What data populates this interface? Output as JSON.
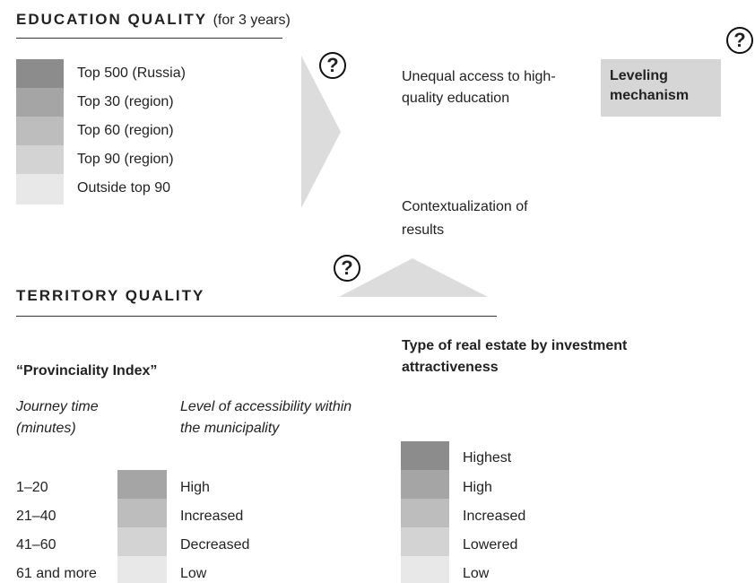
{
  "education": {
    "heading": "EDUCATION QUALITY",
    "heading_sub": "(for 3 years)",
    "legend": [
      {
        "label": "Top 500 (Russia)",
        "color": "#8c8c8c"
      },
      {
        "label": "Top 30 (region)",
        "color": "#a5a5a5"
      },
      {
        "label": "Top 60 (region)",
        "color": "#bdbdbd"
      },
      {
        "label": "Top 90 (region)",
        "color": "#d3d3d3"
      },
      {
        "label": "Outside top 90",
        "color": "#e8e8e8"
      }
    ]
  },
  "middle": {
    "unequal_access": "Unequal access to high-quality education",
    "contextualization": "Contextualization of results",
    "leveling": "Leveling mechanism",
    "question_mark": "?"
  },
  "territory": {
    "heading": "TERRITORY QUALITY",
    "provinciality_title": "“Provinciality Index”",
    "journey_header": "Journey time (minutes)",
    "access_header": "Level of accessibility within the municipality",
    "rows": [
      {
        "journey": "1–20",
        "access": "High",
        "color": "#a5a5a5"
      },
      {
        "journey": "21–40",
        "access": "Increased",
        "color": "#bdbdbd"
      },
      {
        "journey": "41–60",
        "access": "Decreased",
        "color": "#d3d3d3"
      },
      {
        "journey": "61 and more",
        "access": "Low",
        "color": "#e8e8e8"
      }
    ],
    "real_estate_title": "Type of real estate by investment attractiveness",
    "real_estate": [
      {
        "label": "Highest",
        "color": "#8c8c8c"
      },
      {
        "label": "High",
        "color": "#a5a5a5"
      },
      {
        "label": "Increased",
        "color": "#bdbdbd"
      },
      {
        "label": "Lowered",
        "color": "#d3d3d3"
      },
      {
        "label": "Low",
        "color": "#e8e8e8"
      }
    ]
  }
}
